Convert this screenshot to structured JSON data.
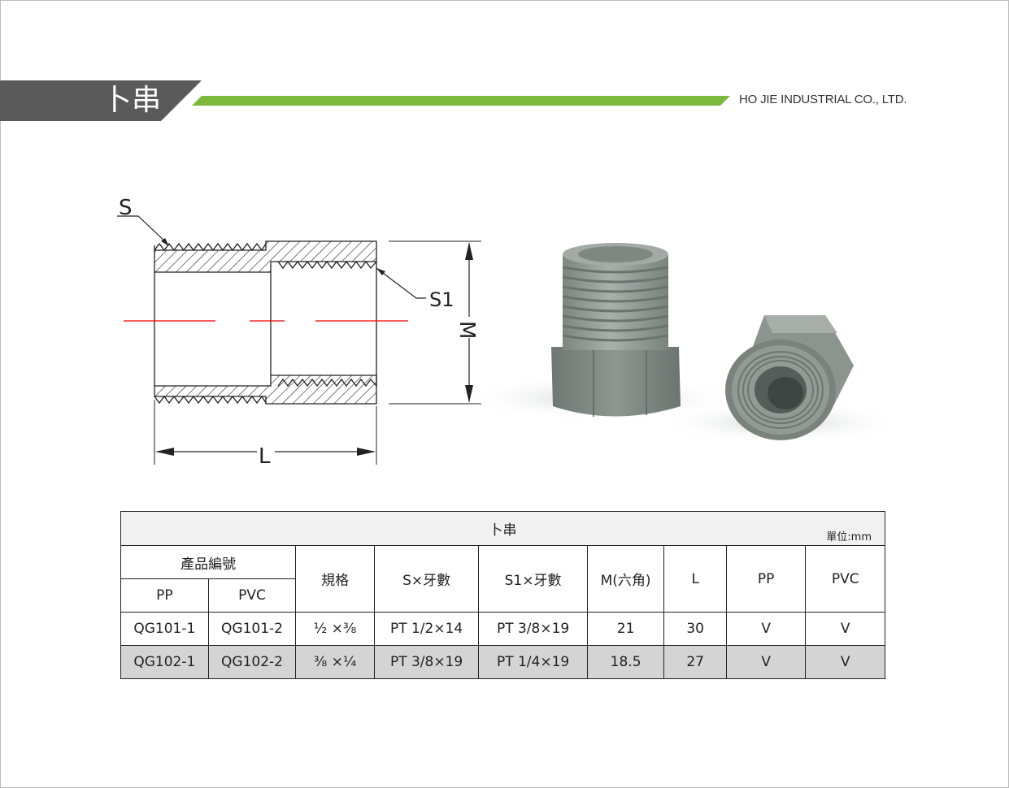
{
  "header": {
    "title": "卜串",
    "company": "HO JIE INDUSTRIAL CO., LTD.",
    "colors": {
      "tab": "#5a5a5a",
      "accent": "#7cb83c"
    }
  },
  "drawing": {
    "label_s": "S",
    "label_s1": "S1",
    "label_m": "M",
    "label_l": "L"
  },
  "table": {
    "title": "卜串",
    "unit": "單位:mm",
    "headers": {
      "product_code": "產品編號",
      "pp": "PP",
      "pvc": "PVC",
      "spec": "規格",
      "s_thread": "S×牙數",
      "s1_thread": "S1×牙數",
      "m_hex": "M(六角)",
      "l": "L",
      "pp_col": "PP",
      "pvc_col": "PVC"
    },
    "rows": [
      {
        "pp": "QG101-1",
        "pvc": "QG101-2",
        "spec": "½ ×⅜",
        "s": "PT 1/2×14",
        "s1": "PT 3/8×19",
        "m": "21",
        "l": "30",
        "pp_mark": "V",
        "pvc_mark": "V"
      },
      {
        "pp": "QG102-1",
        "pvc": "QG102-2",
        "spec": "⅜ ×¼",
        "s": "PT 3/8×19",
        "s1": "PT 1/4×19",
        "m": "18.5",
        "l": "27",
        "pp_mark": "V",
        "pvc_mark": "V"
      }
    ]
  }
}
